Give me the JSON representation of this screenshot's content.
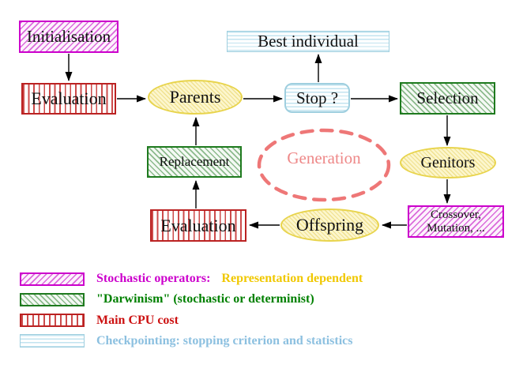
{
  "nodes": {
    "initialisation": {
      "label": "Initialisation"
    },
    "evaluation_top": {
      "label": "Evaluation"
    },
    "parents": {
      "label": "Parents"
    },
    "best_individual": {
      "label": "Best individual"
    },
    "stop": {
      "label": "Stop ?"
    },
    "selection": {
      "label": "Selection"
    },
    "replacement": {
      "label": "Replacement"
    },
    "generation": {
      "label": "Generation"
    },
    "genitors": {
      "label": "Genitors"
    },
    "evaluation_bottom": {
      "label": "Evaluation"
    },
    "offspring": {
      "line1": "Offspring"
    },
    "crossover_mutation": {
      "line1": "Crossover,",
      "line2": "Mutation, ..."
    }
  },
  "edges": [
    {
      "from": "initialisation",
      "to": "evaluation_top"
    },
    {
      "from": "evaluation_top",
      "to": "parents"
    },
    {
      "from": "parents",
      "to": "stop"
    },
    {
      "from": "stop",
      "to": "best_individual"
    },
    {
      "from": "stop",
      "to": "selection"
    },
    {
      "from": "selection",
      "to": "genitors"
    },
    {
      "from": "genitors",
      "to": "crossover_mutation"
    },
    {
      "from": "crossover_mutation",
      "to": "offspring"
    },
    {
      "from": "offspring",
      "to": "evaluation_bottom"
    },
    {
      "from": "evaluation_bottom",
      "to": "replacement"
    },
    {
      "from": "replacement",
      "to": "parents"
    }
  ],
  "legend": [
    {
      "label": "Stochastic operators:",
      "label2": "Representation dependent"
    },
    {
      "label": "\"Darwinism\" (stochastic or determinist)"
    },
    {
      "label": "Main CPU cost"
    },
    {
      "label": "Checkpointing: stopping criterion and statistics"
    }
  ],
  "colors": {
    "magenta": "#cc00cc",
    "red": "#bb2222",
    "green": "#1e7a1e",
    "cyan": "#9fcfdf",
    "yellow": "#e8d44c",
    "salmon_dash": "#ee7777",
    "generation_text": "#ee8888",
    "legend_gold_text": "#f0c800",
    "legend_green_text": "#008000",
    "legend_red_text": "#cc1111",
    "legend_blue_text": "#8cc0e0",
    "node_text": "#111111"
  }
}
